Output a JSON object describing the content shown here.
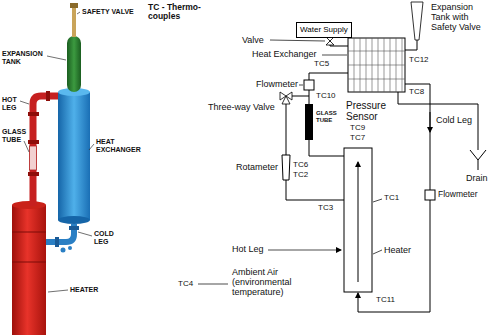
{
  "diagram": {
    "nodes": [
      {
        "text": [
          "Water Supply"
        ]
      }
    ],
    "labels": [
      "SAFETY VALVE",
      "EXPANSION TANK",
      "HOT LEG",
      "GLASS TUBE",
      "HEAT EXCHANGER",
      "COLD LEG",
      "HEATER",
      "TC - Thermo-couples",
      "Valve",
      "Heat Exchanger",
      "TC5",
      "Flowmeter",
      "Three-way Valve",
      "TC10",
      "Expansion Tank with Safety Valve",
      "TC12",
      "TC8",
      "GLASS TUBE",
      "Pressure Sensor",
      "TC9",
      "TC7",
      "Cold Leg",
      "Rotameter",
      "TC6",
      "TC2",
      "TC3",
      "TC1",
      "Flowmeter",
      "Drain",
      "Hot Leg",
      "Heater",
      "TC11",
      "TC4",
      "Ambient Air (environmental temperature)"
    ]
  }
}
